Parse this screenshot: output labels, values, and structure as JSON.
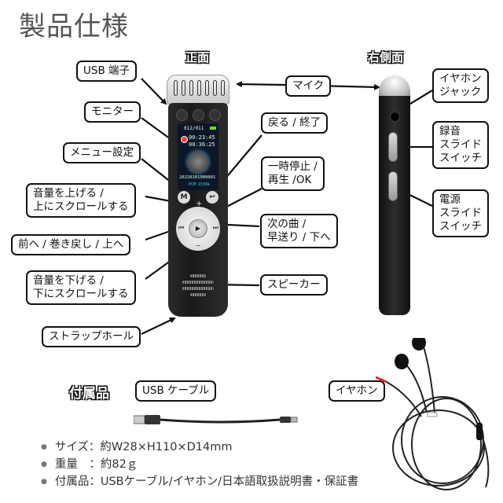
{
  "page": {
    "title": "製品仕様"
  },
  "front_view": {
    "heading": "正面",
    "screen": {
      "top_counter": "012/011",
      "time_elapsed": "00:23:45",
      "time_total": "00:36:25",
      "file_name": "20220101000001",
      "format": "PCM 1536k"
    },
    "buttons": {
      "menu": "M",
      "back": "↩",
      "plus": "+",
      "minus": "−",
      "prev": "⏮",
      "next": "⏭",
      "play": "▶"
    }
  },
  "side_view": {
    "heading": "右側面"
  },
  "callouts": {
    "usb_port": "USB 端子",
    "monitor": "モニター",
    "menu_settings": "メニュー設定",
    "volume_up": [
      "音量を上げる /",
      "上にスクロールする"
    ],
    "previous": "前へ / 巻き戻し / 上へ",
    "volume_down": [
      "音量を下げる /",
      "下にスクロールする"
    ],
    "strap_hole": "ストラップホール",
    "mic": "マイク",
    "back_end": "戻る / 終了",
    "pause_play_ok": [
      "一時停止 /",
      "再生 /OK"
    ],
    "next_track": [
      "次の曲 /",
      "早送り / 下へ"
    ],
    "speaker": "スピーカー",
    "earphone_jack": [
      "イヤホン",
      "ジャック"
    ],
    "record_switch": [
      "録音",
      "スライド",
      "スイッチ"
    ],
    "power_switch": [
      "電源",
      "スライド",
      "スイッチ"
    ]
  },
  "accessories": {
    "heading": "付属品",
    "usb_cable_label": "USB ケーブル",
    "earphones_label": "イヤホン"
  },
  "specs": [
    "サイズ：約W28×H110×D14mm",
    "重量　：約82ｇ",
    "付属品：USBケーブル/イヤホン/日本語取扱説明書・保証書"
  ]
}
